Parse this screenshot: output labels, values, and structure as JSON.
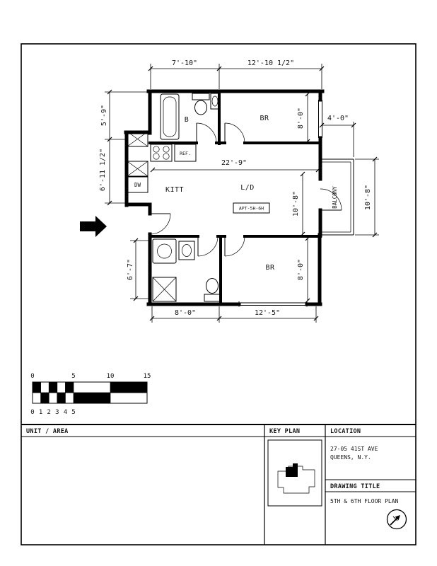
{
  "plan": {
    "rooms": {
      "bath": "B",
      "bedroom_top": "BR",
      "bedroom_bottom": "BR",
      "kitchen": "KITT",
      "living_dining": "L/D",
      "balcony": "BALCONY"
    },
    "fixtures": {
      "refrigerator": "REF.",
      "dishwasher": "DW"
    },
    "apartment_tag": "APT-5H-6H",
    "dimensions": {
      "top_left": "7'-10\"",
      "top_right": "12'-10 1/2\"",
      "left_upper": "5'-9\"",
      "left_middle": "6'-11 1/2\"",
      "left_lower": "6'-7\"",
      "balcony_width": "4'-0\"",
      "bedroom_top_depth": "8'-0\"",
      "interior_width": "22'-9\"",
      "living_depth": "10'-8\"",
      "balcony_length": "10'-8\"",
      "bedroom_bottom_depth": "8'-0\"",
      "bottom_left": "8'-0\"",
      "bottom_right": "12'-5\""
    }
  },
  "scale_bar": {
    "top_labels": [
      "0",
      "5",
      "10",
      "15"
    ],
    "bottom_labels": [
      "0",
      "1",
      "2",
      "3",
      "4",
      "5"
    ]
  },
  "title_block": {
    "unit_area_label": "UNIT / AREA",
    "key_plan_label": "KEY PLAN",
    "location_label": "LOCATION",
    "address_line1": "27-05 41ST AVE",
    "address_line2": "QUEENS, N.Y.",
    "drawing_title_label": "DRAWING TITLE",
    "drawing_title": "5TH & 6TH FLOOR PLAN"
  }
}
